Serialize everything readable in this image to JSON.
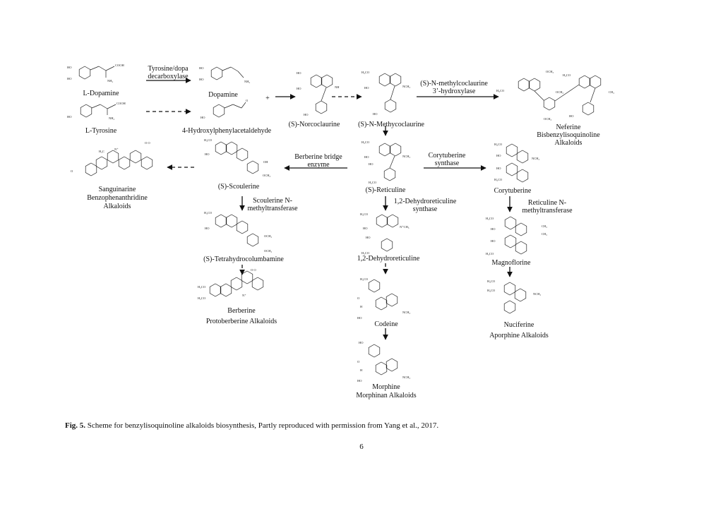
{
  "compounds": {
    "l_dopamine": "L-Dopamine",
    "l_tyrosine": "L-Tyrosine",
    "dopamine": "Dopamine",
    "hppa": "4-Hydroxylphenylacetaldehyde",
    "norcoclaurine": "(S)-Norcoclaurine",
    "n_methylcoclaurine": "(S)-N-Methycoclaurine",
    "neferine": "Neferine",
    "bisbenzyl_class_1": "Bisbenzylisoquinoline",
    "bisbenzyl_class_2": "Alkaloids",
    "sanguinarine": "Sanguinarine",
    "benzophenanthridine_class_1": "Benzophenanthridine",
    "benzophenanthridine_class_2": "Alkaloids",
    "scoulerine": "(S)-Scoulerine",
    "reticuline": "(S)-Reticuline",
    "corytuberine": "Corytuberine",
    "tetrahydrocolumbamine": "(S)-Tetrahydrocolumbamine",
    "dehydroreticuline": "1,2-Dehydroreticuline",
    "magnoflorine": "Magnoflorine",
    "berberine": "Berberine",
    "protoberberine_class": "Protoberberine Alkaloids",
    "codeine": "Codeine",
    "nuciferine": "Nuciferine",
    "aporphine_class": "Aporphine Alkaloids",
    "morphine": "Morphine",
    "morphinan_class": "Morphinan Alkaloids"
  },
  "enzymes": {
    "tydc_1": "Tyrosine/dopa",
    "tydc_2": "decarboxylase",
    "nmcoh_1": "(S)-N-methylcoclaurine",
    "nmcoh_2": "3’-hydroxylase",
    "bbe_1": "Berberine bridge",
    "bbe_2": "enzyme",
    "cts_1": "Corytuberine",
    "cts_2": "synthase",
    "snmt_1": "Scoulerine N-",
    "snmt_2": "methyltransferase",
    "drs_1": "1,2-Dehydroreticuline",
    "drs_2": "synthase",
    "rnmt_1": "Reticuline N-",
    "rnmt_2": "methyltransferase"
  },
  "plus_sign": "+",
  "caption": {
    "label": "Fig. 5.",
    "text": "Scheme for benzylisoquinoline alkaloids biosynthesis, Partly reproduced with permission from Yang et al., 2017."
  },
  "page_number": "6"
}
